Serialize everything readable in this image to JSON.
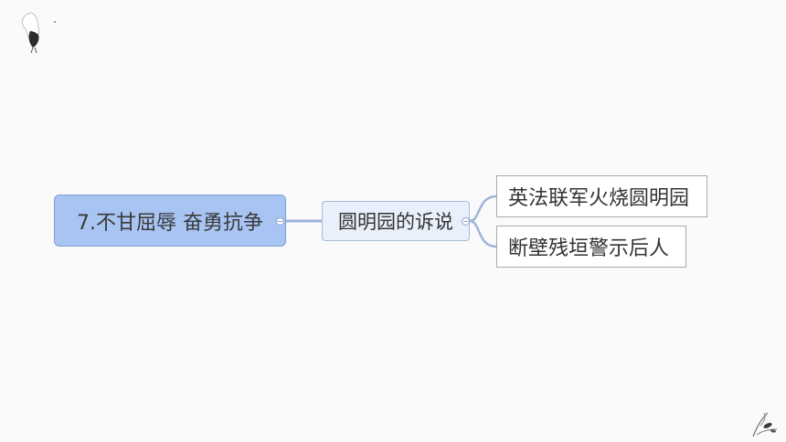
{
  "mindmap": {
    "root": {
      "label": "7.不甘屈辱  奋勇抗争"
    },
    "main_topic": {
      "label": "圆明园的诉说"
    },
    "subtopics": [
      {
        "label": "英法联军火烧圆明园"
      },
      {
        "label": "断壁残垣警示后人"
      }
    ]
  },
  "colors": {
    "root_fill": "#a8c4f2",
    "topic_fill": "#e9f0fb",
    "connector": "#9db3dc",
    "background": "#fafafa"
  },
  "icons": {
    "top_left_decoration": "ink-crane-icon",
    "bottom_right_decoration": "ink-orchid-icon"
  }
}
